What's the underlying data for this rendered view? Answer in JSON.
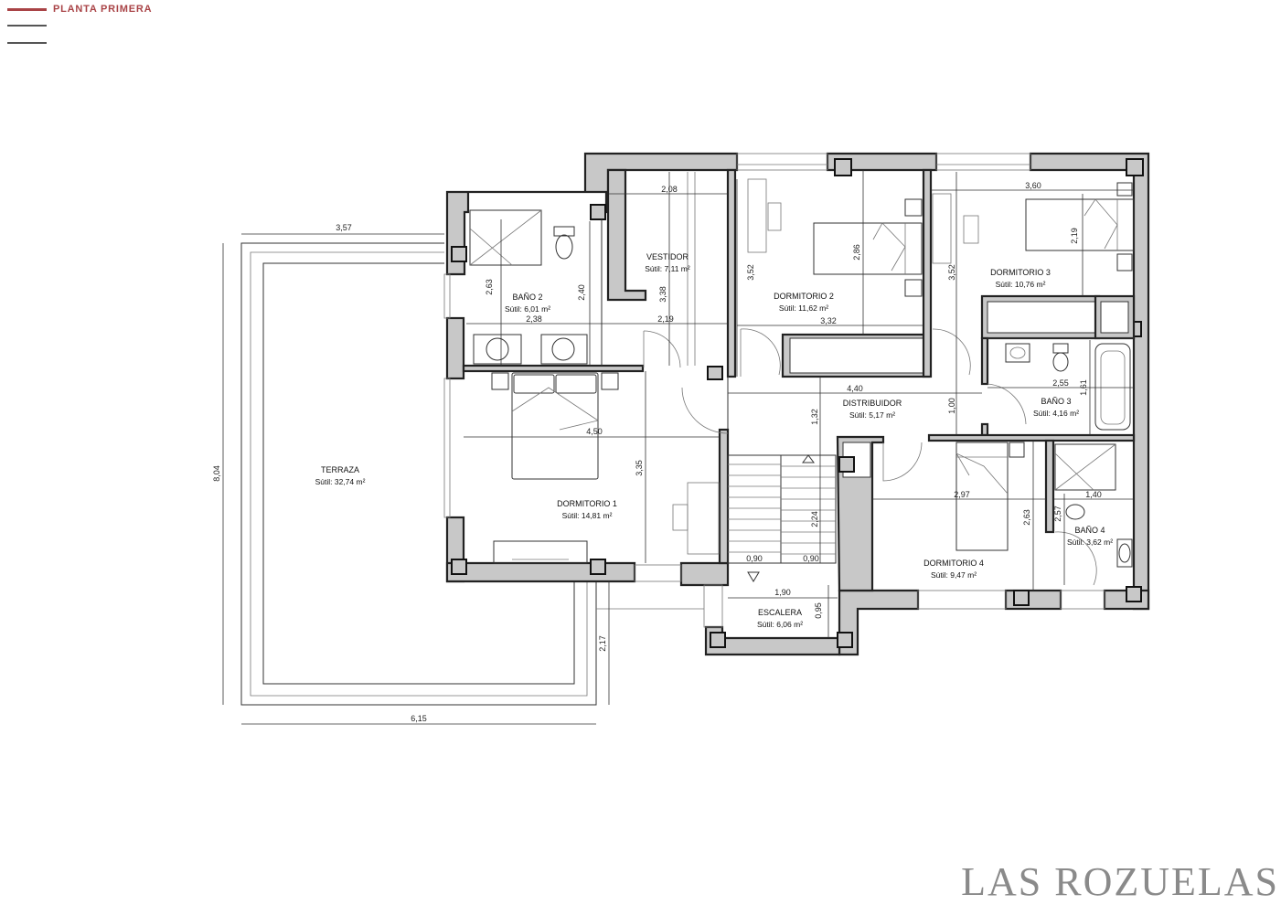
{
  "nav": {
    "active_label": "PLANTA PRIMERA"
  },
  "brand": "LAS ROZUELAS",
  "rooms": {
    "terraza": {
      "name": "TERRAZA",
      "area": "Sútil: 32,74 m²"
    },
    "bano2": {
      "name": "BAÑO 2",
      "area": "Sútil: 6,01 m²"
    },
    "vestidor": {
      "name": "VESTIDOR",
      "area": "Sútil: 7,11 m²"
    },
    "dormitorio2": {
      "name": "DORMITORIO 2",
      "area": "Sútil: 11,62 m²"
    },
    "dormitorio3": {
      "name": "DORMITORIO 3",
      "area": "Sútil: 10,76 m²"
    },
    "bano3": {
      "name": "BAÑO 3",
      "area": "Sútil: 4,16 m²"
    },
    "distribuidor": {
      "name": "DISTRIBUIDOR",
      "area": "Sútil: 5,17 m²"
    },
    "dormitorio1": {
      "name": "DORMITORIO 1",
      "area": "Sútil: 14,81 m²"
    },
    "dormitorio4": {
      "name": "DORMITORIO 4",
      "area": "Sútil: 9,47 m²"
    },
    "bano4": {
      "name": "BAÑO 4",
      "area": "Sútil: 3,62 m²"
    },
    "escalera": {
      "name": "ESCALERA",
      "area": "Sútil: 6,06 m²"
    }
  },
  "dimensions": {
    "terraza_width_top": "3,57",
    "terraza_height": "8,04",
    "terraza_width_bottom": "6,15",
    "terraza_lower_height": "2,17",
    "bano2_height": "2,63",
    "bano2_height_b": "2,40",
    "bano2_width": "2,38",
    "vestidor_width": "2,08",
    "vestidor_height": "3,38",
    "vestidor_width_b": "2,19",
    "dorm2_height_left": "3,52",
    "dorm2_height": "2,86",
    "dorm2_width": "3,32",
    "dorm3_width": "3,60",
    "dorm3_height": "2,19",
    "dorm3_height_left": "3,52",
    "distribuidor_width": "4,40",
    "distribuidor_height": "1,32",
    "distribuidor_height_b": "1,00",
    "bano3_width": "2,55",
    "bano3_height": "1,61",
    "dorm1_width": "4,50",
    "dorm1_height": "3,35",
    "stair_height": "2,24",
    "stair_w1": "0,90",
    "stair_w2": "0,90",
    "escalera_width": "1,90",
    "escalera_height": "0,95",
    "dorm4_width": "2,97",
    "dorm4_height": "2,63",
    "bano4_width": "1,40",
    "bano4_height": "2,57"
  },
  "colors": {
    "accent": "#a94346",
    "wall_fill": "#c8c8c8",
    "brand_gray": "#8a8a8a"
  }
}
